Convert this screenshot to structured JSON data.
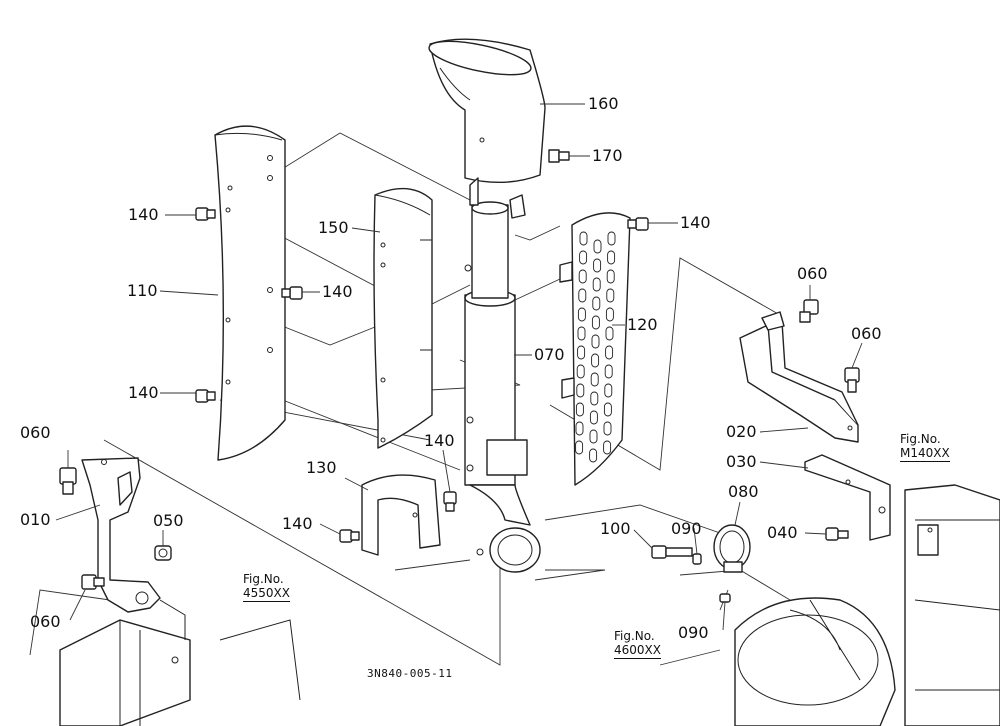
{
  "callouts": {
    "p160": "160",
    "p170": "170",
    "p140_a": "140",
    "p140_b": "140",
    "p140_c": "140",
    "p140_d": "140",
    "p140_e": "140",
    "p140_f": "140",
    "p150": "150",
    "p110": "110",
    "p120": "120",
    "p070": "070",
    "p060_a": "060",
    "p060_b": "060",
    "p060_c": "060",
    "p060_d": "060",
    "p020": "020",
    "p030": "030",
    "p040": "040",
    "p010": "010",
    "p050": "050",
    "p130": "130",
    "p100": "100",
    "p090_a": "090",
    "p090_b": "090",
    "p080": "080"
  },
  "fig_refs": {
    "m140": {
      "prefix": "Fig.No.",
      "number": "M140XX"
    },
    "f4550": {
      "prefix": "Fig.No.",
      "number": "4550XX"
    },
    "f4600": {
      "prefix": "Fig.No.",
      "number": "4600XX"
    }
  },
  "drawing_code": "3N840-005-11"
}
